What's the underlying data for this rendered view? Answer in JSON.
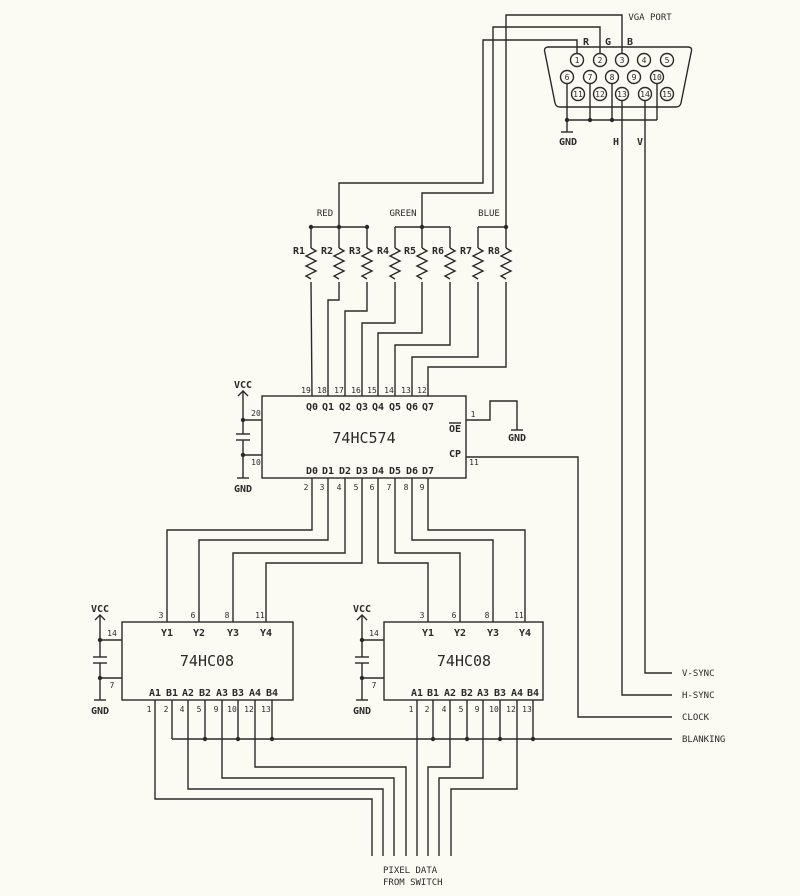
{
  "vga": {
    "title": "VGA PORT",
    "pins": [
      "1",
      "2",
      "3",
      "4",
      "5",
      "6",
      "7",
      "8",
      "9",
      "10",
      "11",
      "12",
      "13",
      "14",
      "15"
    ],
    "r_label": "R",
    "g_label": "G",
    "b_label": "B",
    "gnd": "GND",
    "h_label": "H",
    "v_label": "V"
  },
  "buses": {
    "red": "RED",
    "green": "GREEN",
    "blue": "BLUE"
  },
  "resistors": [
    "R1",
    "R2",
    "R3",
    "R4",
    "R5",
    "R6",
    "R7",
    "R8"
  ],
  "latch": {
    "name": "74HC574",
    "q_labels": [
      "Q0",
      "Q1",
      "Q2",
      "Q3",
      "Q4",
      "Q5",
      "Q6",
      "Q7"
    ],
    "q_pins": [
      "19",
      "18",
      "17",
      "16",
      "15",
      "14",
      "13",
      "12"
    ],
    "d_labels": [
      "D0",
      "D1",
      "D2",
      "D3",
      "D4",
      "D5",
      "D6",
      "D7"
    ],
    "d_pins": [
      "2",
      "3",
      "4",
      "5",
      "6",
      "7",
      "8",
      "9"
    ],
    "oe_label": "OE",
    "oe_pin": "1",
    "cp_label": "CP",
    "cp_pin": "11",
    "vcc_pin": "20",
    "gnd_pin": "10",
    "vcc": "VCC",
    "gnd": "GND",
    "oe_gnd": "GND"
  },
  "and_gates": [
    {
      "name": "74HC08",
      "y_labels": [
        "Y1",
        "Y2",
        "Y3",
        "Y4"
      ],
      "y_pins": [
        "3",
        "6",
        "8",
        "11"
      ],
      "in_labels": [
        "A1",
        "B1",
        "A2",
        "B2",
        "A3",
        "B3",
        "A4",
        "B4"
      ],
      "in_pins": [
        "1",
        "2",
        "4",
        "5",
        "9",
        "10",
        "12",
        "13"
      ],
      "vcc_pin": "14",
      "gnd_pin": "7",
      "vcc": "VCC",
      "gnd": "GND"
    },
    {
      "name": "74HC08",
      "y_labels": [
        "Y1",
        "Y2",
        "Y3",
        "Y4"
      ],
      "y_pins": [
        "3",
        "6",
        "8",
        "11"
      ],
      "in_labels": [
        "A1",
        "B1",
        "A2",
        "B2",
        "A3",
        "B3",
        "A4",
        "B4"
      ],
      "in_pins": [
        "1",
        "2",
        "4",
        "5",
        "9",
        "10",
        "12",
        "13"
      ],
      "vcc_pin": "14",
      "gnd_pin": "7",
      "vcc": "VCC",
      "gnd": "GND"
    }
  ],
  "signals": {
    "vsync": "V-SYNC",
    "hsync": "H-SYNC",
    "clock": "CLOCK",
    "blanking": "BLANKING"
  },
  "pixel_data": {
    "line1": "PIXEL DATA",
    "line2": "FROM SWITCH"
  }
}
